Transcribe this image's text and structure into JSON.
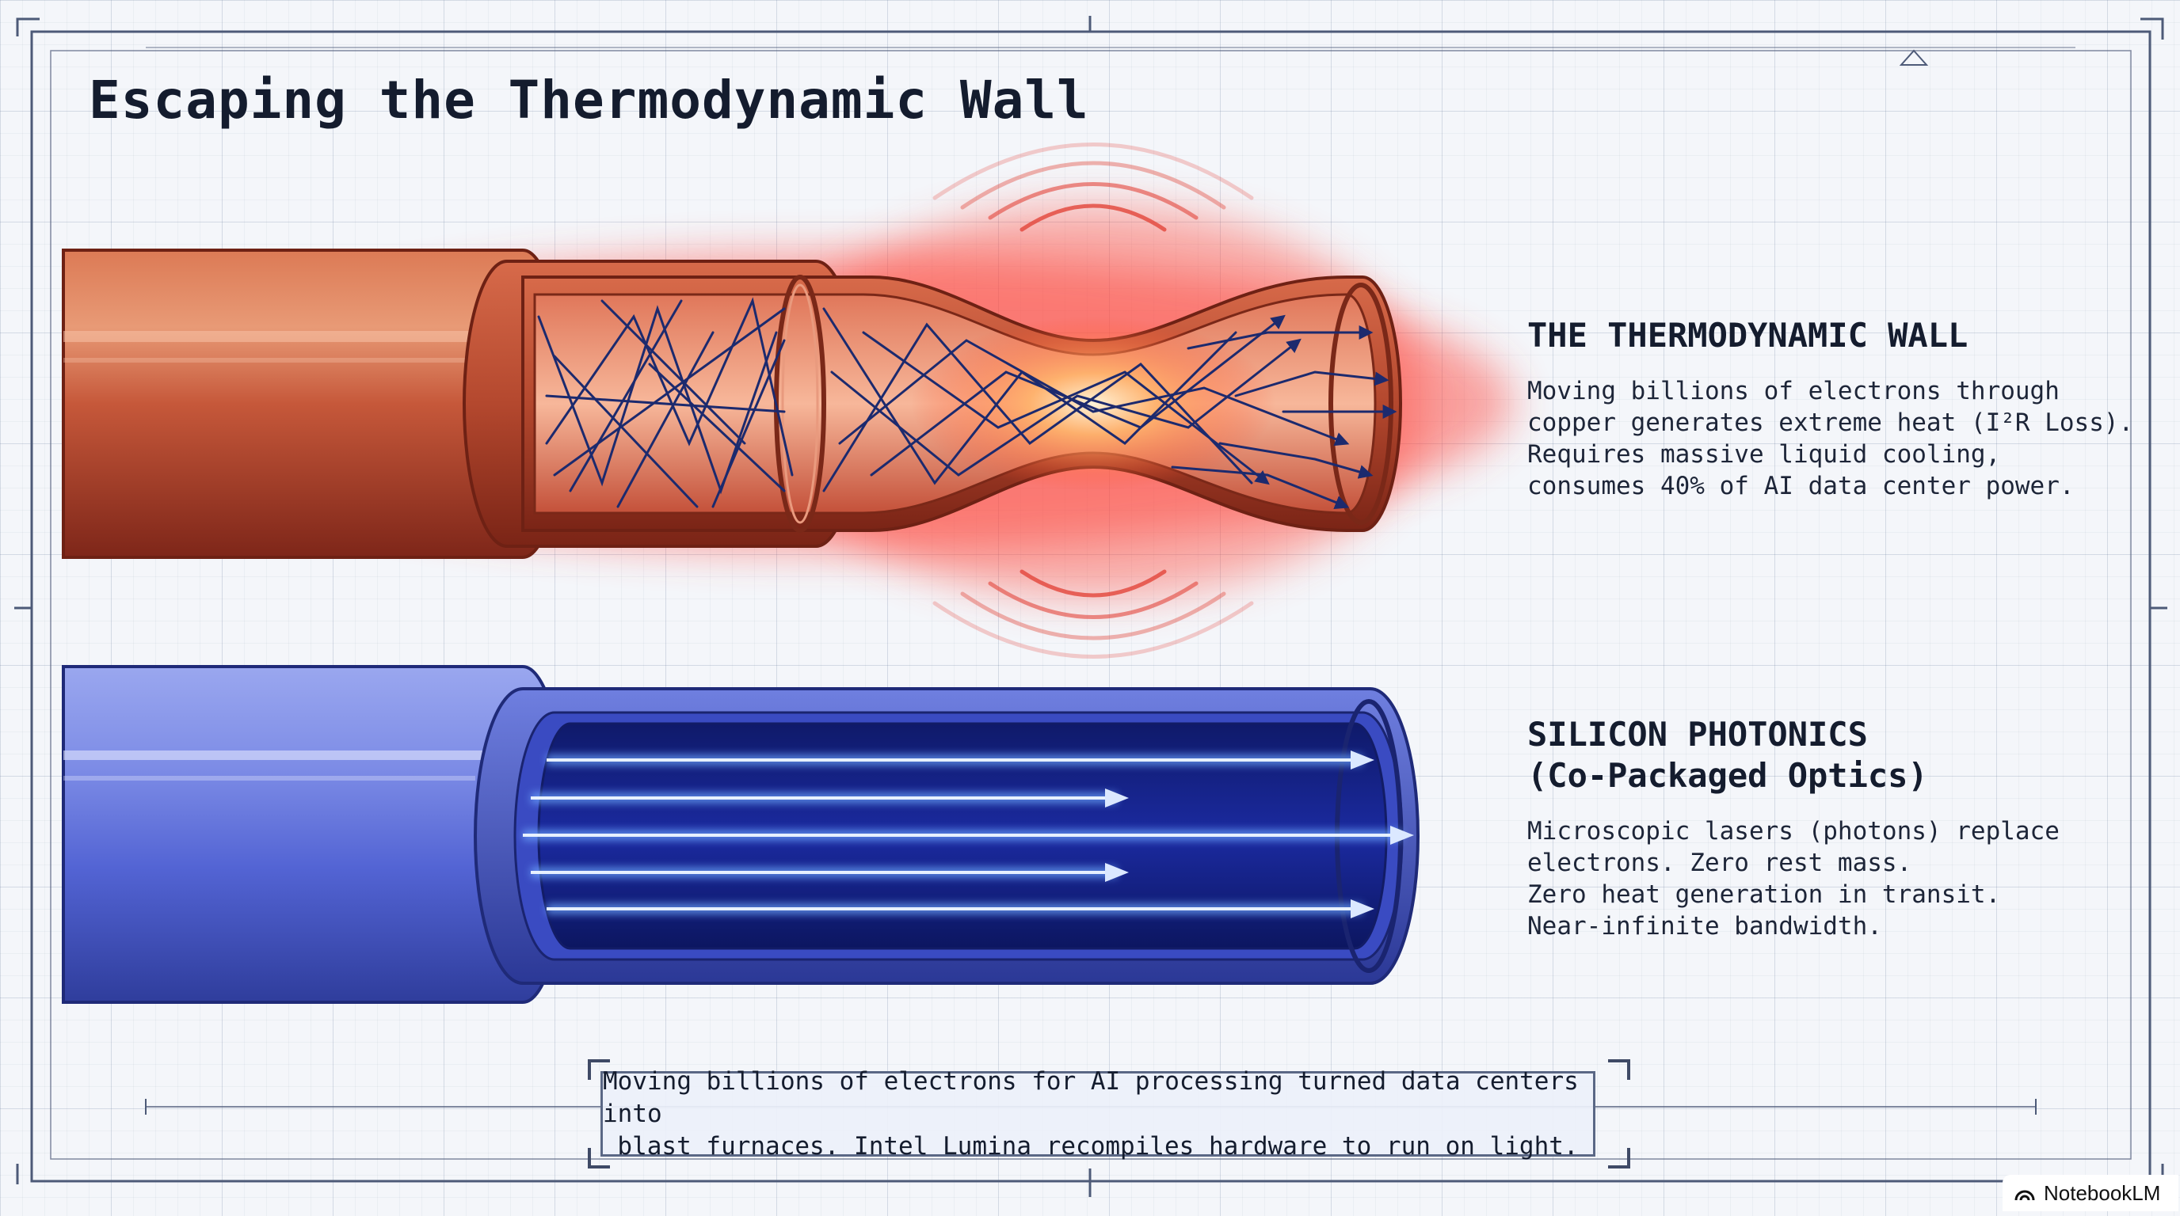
{
  "title": "Escaping the Thermodynamic Wall",
  "wall": {
    "heading": "THE THERMODYNAMIC WALL",
    "lines": [
      "Moving billions of electrons through",
      "copper generates extreme heat (I²R Loss).",
      "Requires massive liquid cooling,",
      "consumes 40% of AI data center power."
    ]
  },
  "photonics": {
    "heading": "SILICON PHOTONICS\n(Co-Packaged Optics)",
    "lines": [
      "Microscopic lasers (photons) replace",
      "electrons. Zero rest mass.",
      "Zero heat generation in transit.",
      "Near-infinite bandwidth."
    ]
  },
  "caption": {
    "lines": [
      "Moving billions of electrons for AI processing turned data centers into",
      "blast furnaces. Intel Lumina recompiles hardware to run on light."
    ]
  },
  "badge": {
    "label": "NotebookLM"
  },
  "icons": {
    "copper_cable": "copper-cable-icon",
    "optical_cable": "optical-cable-icon",
    "heat_waves": "heat-wave-icon",
    "notebooklm_logo": "notebooklm-logo-icon"
  },
  "colors": {
    "copper": "#c9573a",
    "heat_glow": "#ff3b30",
    "electron_path": "#1c2a6e",
    "optical_jacket": "#4a5fd6",
    "light_beam": "#7fb4ff",
    "ink": "#141c2e"
  }
}
